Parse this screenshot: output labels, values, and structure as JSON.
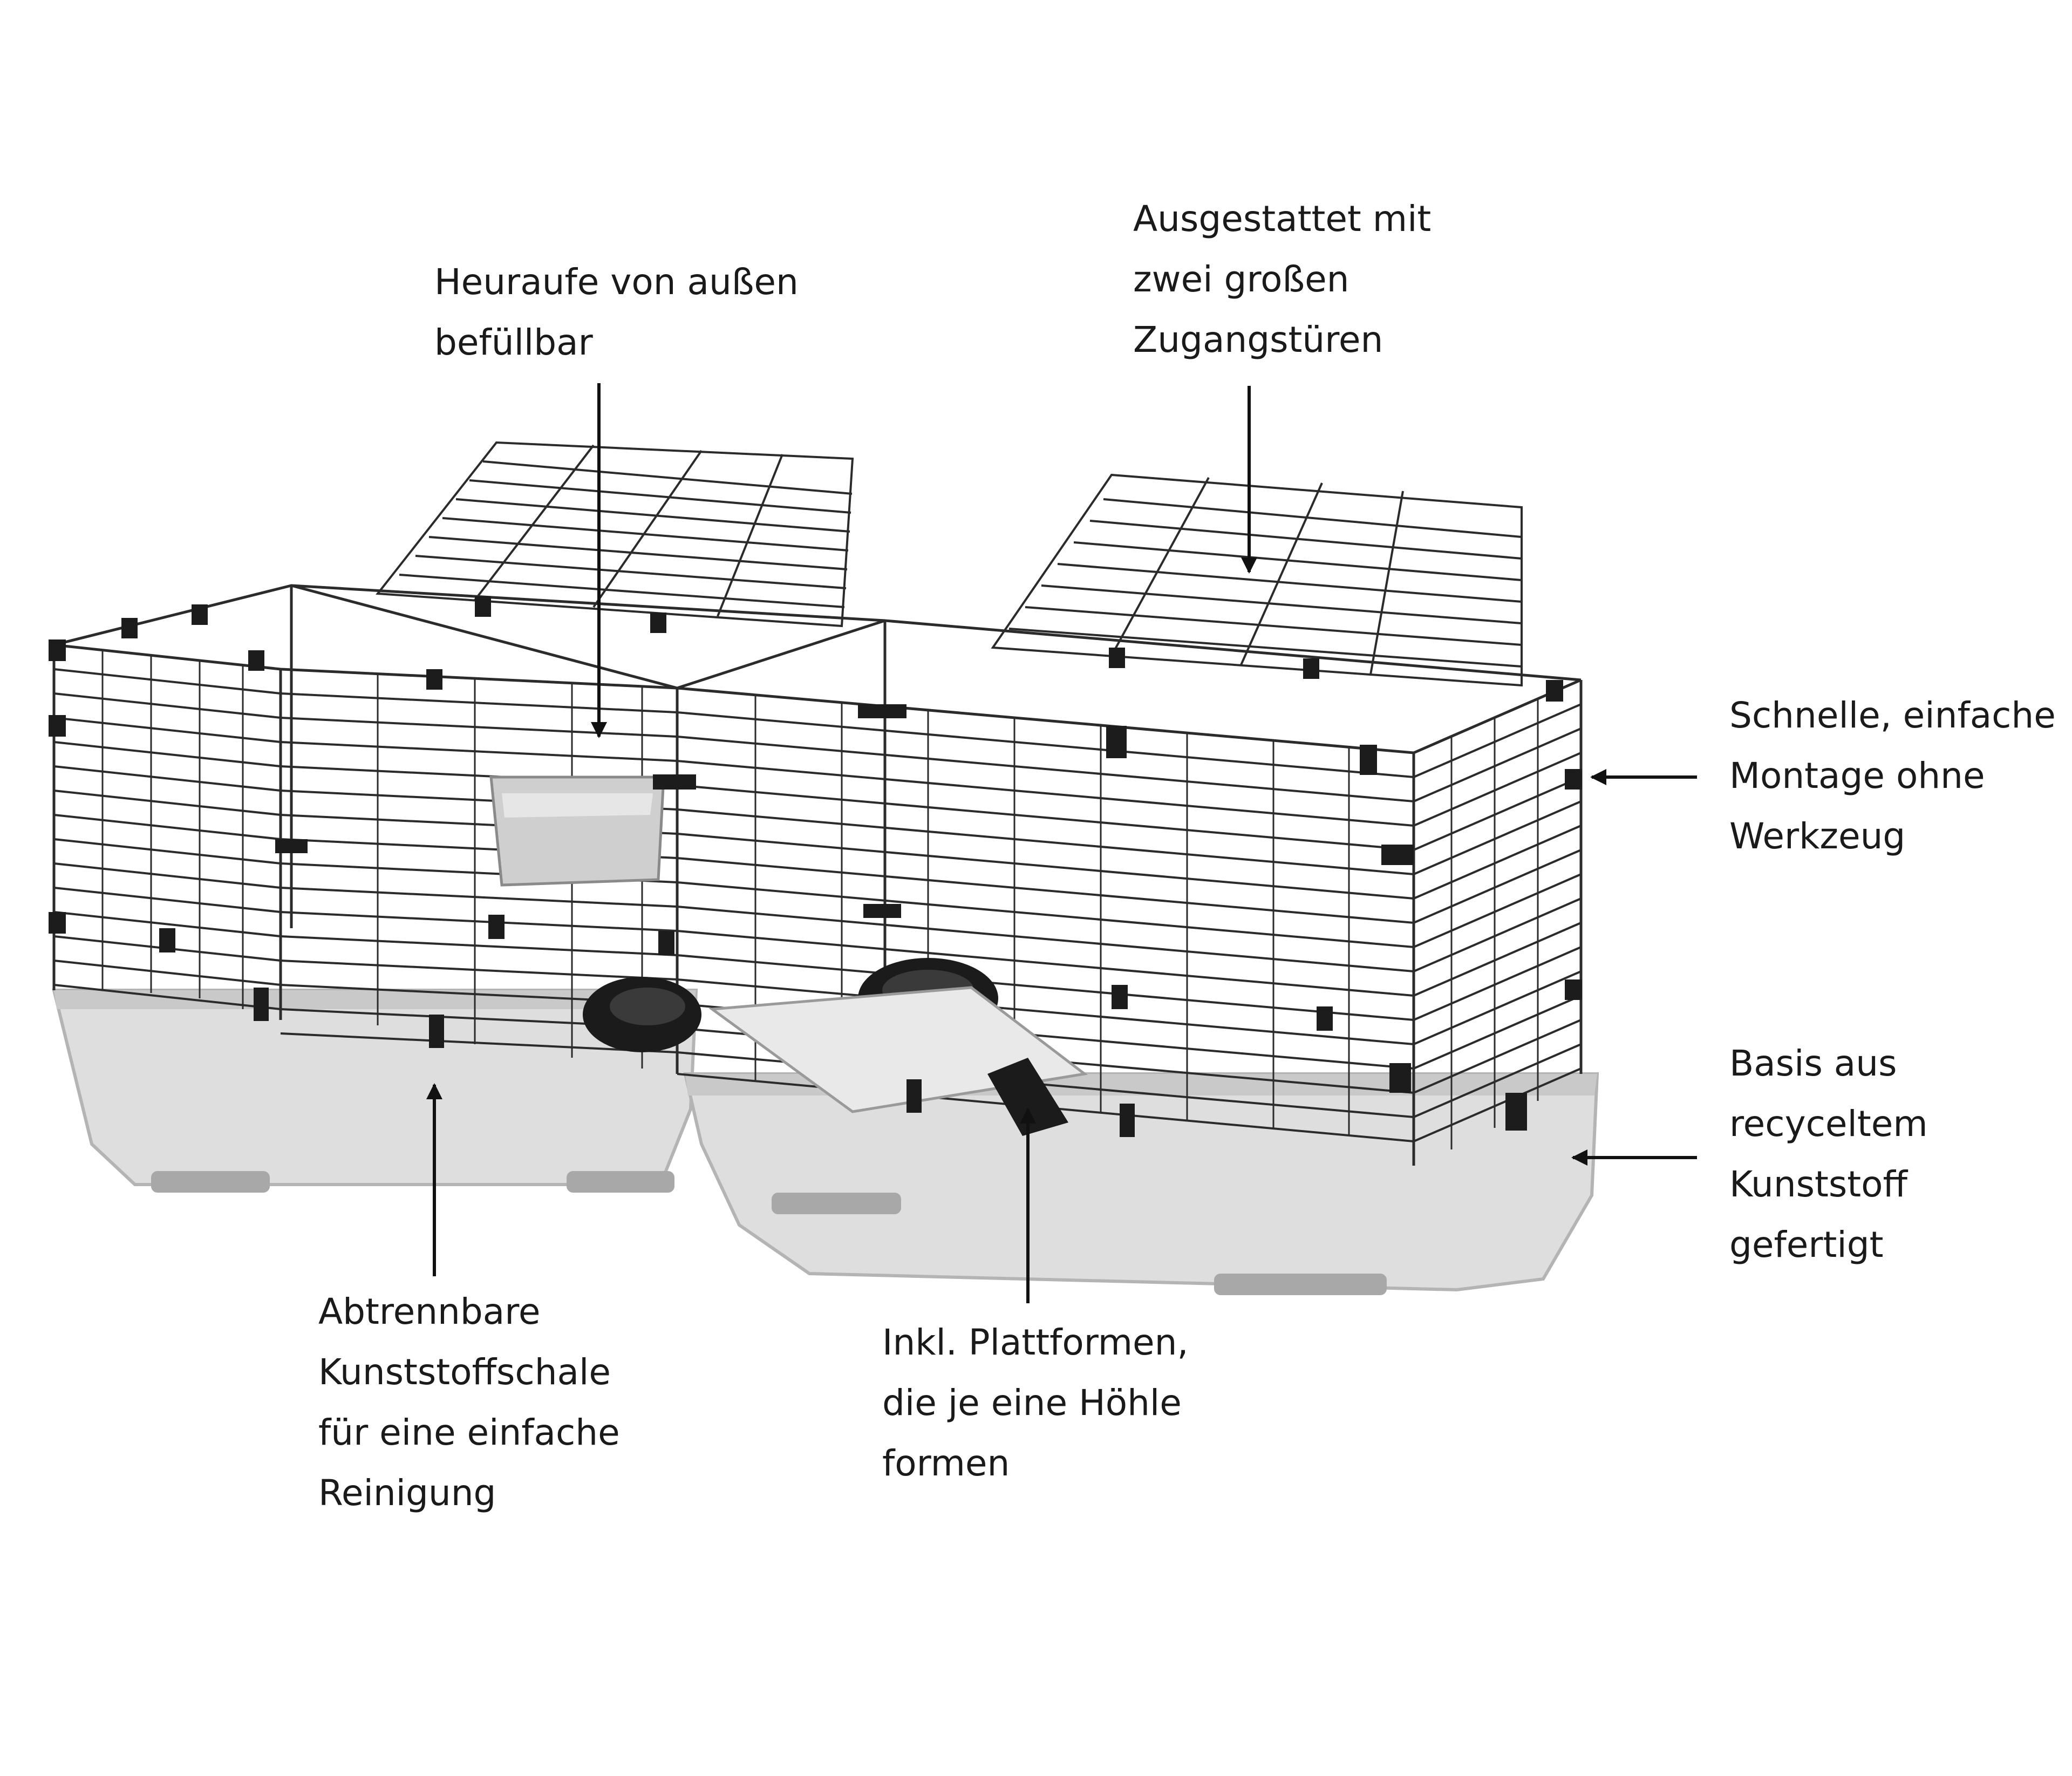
{
  "callouts": {
    "heuraufe": {
      "lines": [
        "Heuraufe von außen",
        "befüllbar"
      ]
    },
    "zugangstueren": {
      "lines": [
        "Ausgestattet mit",
        "zwei großen",
        "Zugangstüren"
      ]
    },
    "montage": {
      "lines": [
        "Schnelle, einfache",
        "Montage ohne",
        "Werkzeug"
      ]
    },
    "basis": {
      "lines": [
        "Basis aus",
        "recyceltem",
        "Kunststoff",
        "gefertigt"
      ]
    },
    "schale": {
      "lines": [
        "Abtrennbare",
        "Kunststoffschale",
        "für eine einfache",
        "Reinigung"
      ]
    },
    "plattformen": {
      "lines": [
        "Inkl. Plattformen,",
        "die je eine Höhle",
        "formen"
      ]
    }
  },
  "colors": {
    "text": "#1a1a1a",
    "wire": "#2b2b2b",
    "tray": "#dcdcdc",
    "tray_shadow": "#b9b9b9",
    "clip": "#1c1c1c"
  }
}
